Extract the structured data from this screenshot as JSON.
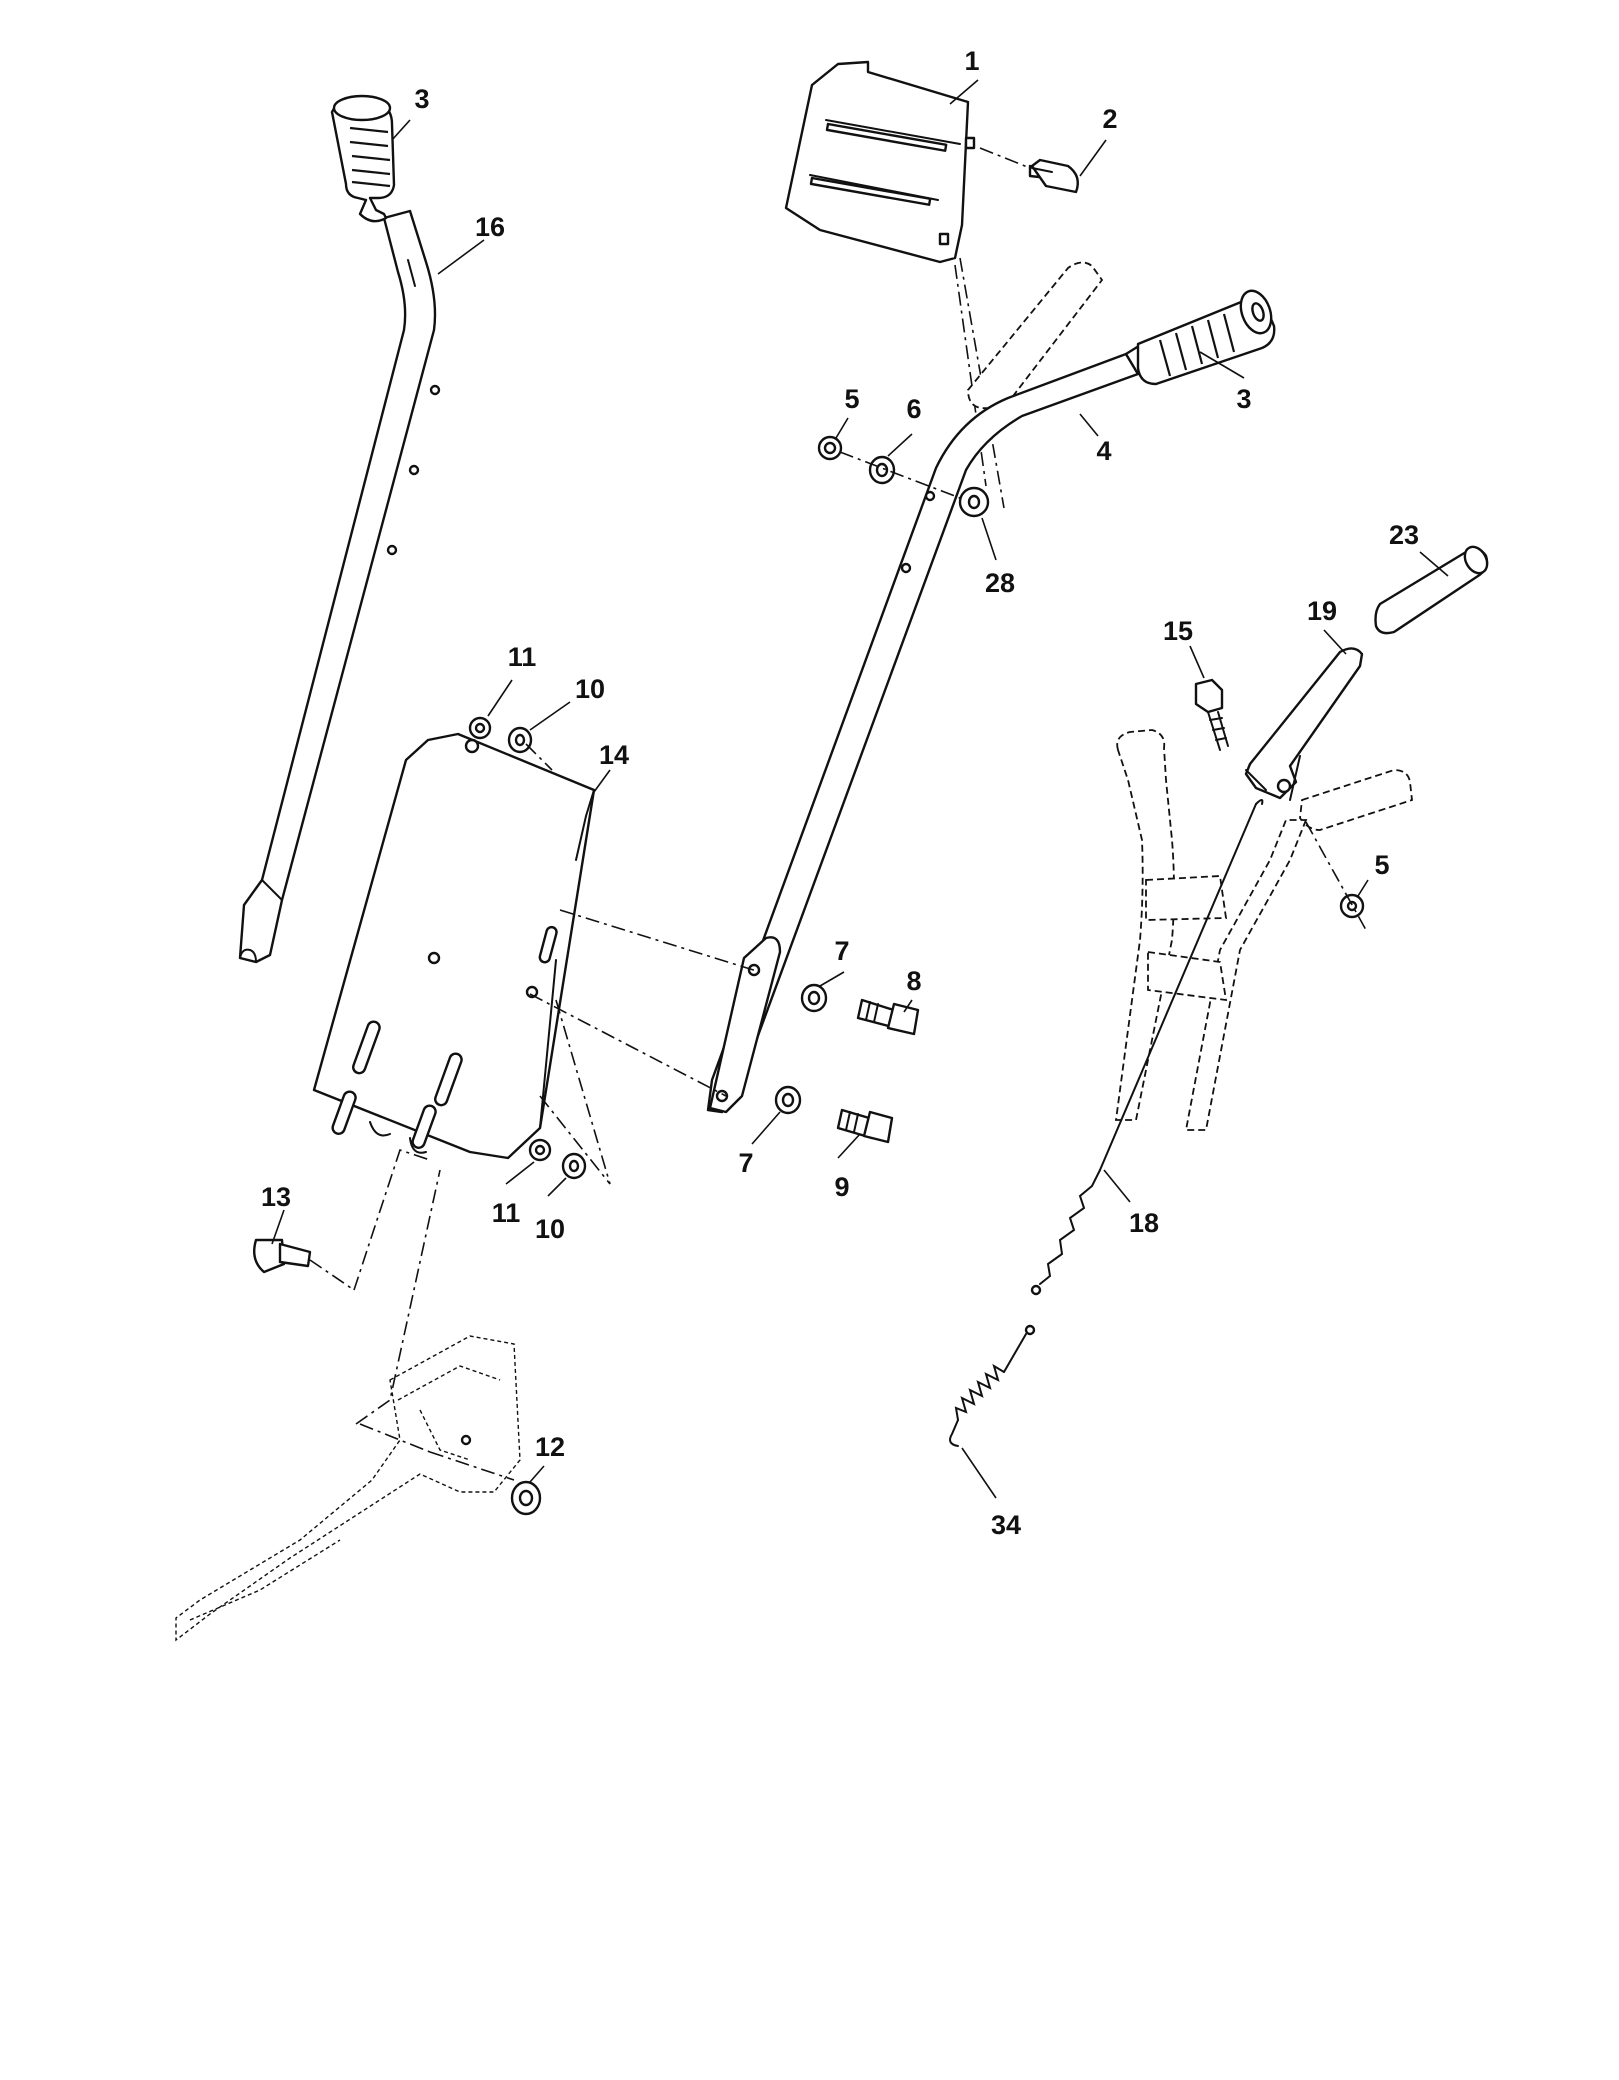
{
  "diagram": {
    "type": "exploded-parts-view",
    "callouts": [
      {
        "id": "c1",
        "label": "1"
      },
      {
        "id": "c2",
        "label": "2"
      },
      {
        "id": "c3a",
        "label": "3"
      },
      {
        "id": "c3b",
        "label": "3"
      },
      {
        "id": "c4",
        "label": "4"
      },
      {
        "id": "c5a",
        "label": "5"
      },
      {
        "id": "c5b",
        "label": "5"
      },
      {
        "id": "c6",
        "label": "6"
      },
      {
        "id": "c7a",
        "label": "7"
      },
      {
        "id": "c7b",
        "label": "7"
      },
      {
        "id": "c8",
        "label": "8"
      },
      {
        "id": "c9",
        "label": "9"
      },
      {
        "id": "c10a",
        "label": "10"
      },
      {
        "id": "c10b",
        "label": "10"
      },
      {
        "id": "c11a",
        "label": "11"
      },
      {
        "id": "c11b",
        "label": "11"
      },
      {
        "id": "c12",
        "label": "12"
      },
      {
        "id": "c13",
        "label": "13"
      },
      {
        "id": "c14",
        "label": "14"
      },
      {
        "id": "c15",
        "label": "15"
      },
      {
        "id": "c16",
        "label": "16"
      },
      {
        "id": "c18",
        "label": "18"
      },
      {
        "id": "c19",
        "label": "19"
      },
      {
        "id": "c23",
        "label": "23"
      },
      {
        "id": "c28",
        "label": "28"
      },
      {
        "id": "c34",
        "label": "34"
      }
    ]
  }
}
